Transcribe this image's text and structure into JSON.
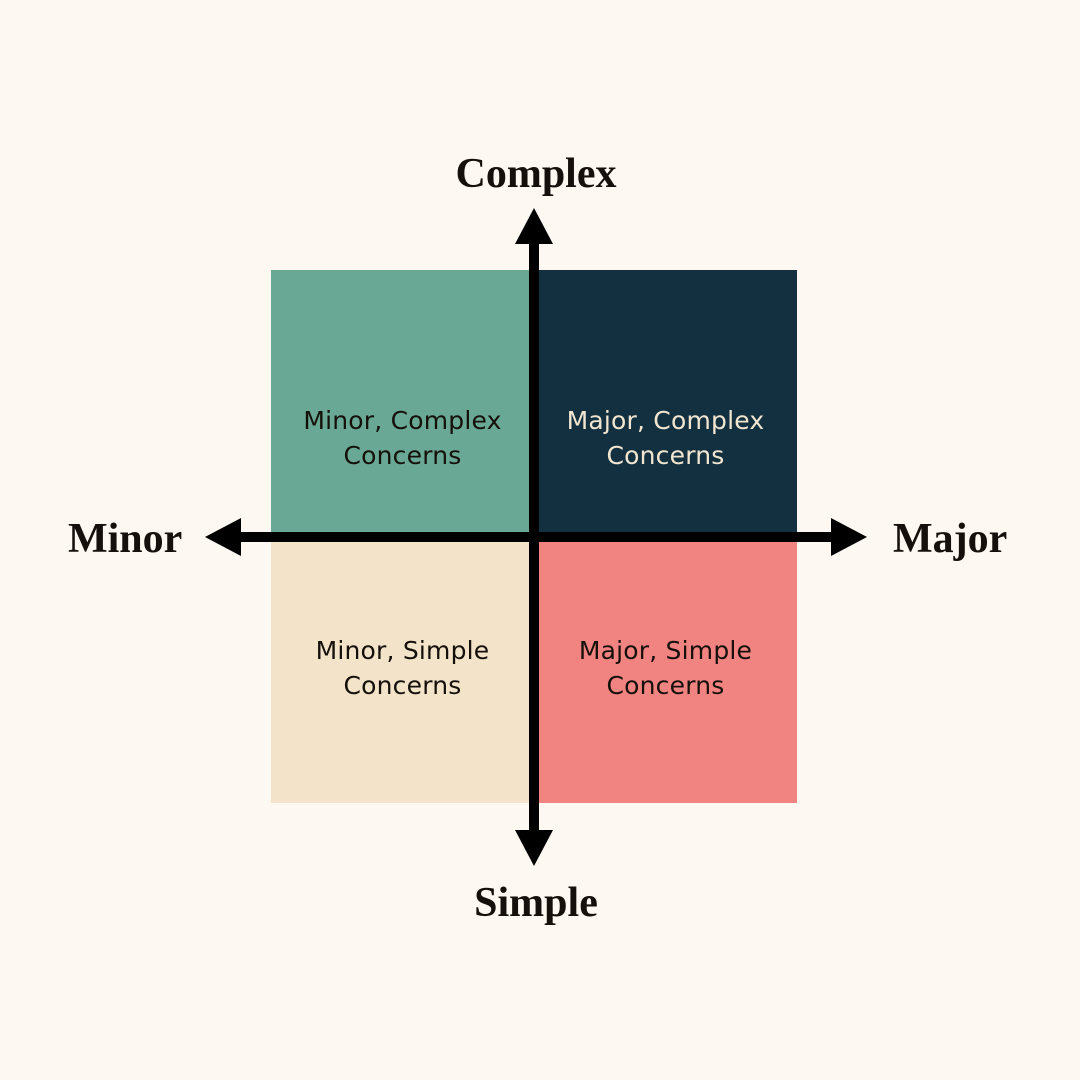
{
  "diagram": {
    "type": "2x2-matrix",
    "background_color": "#FDF8F2",
    "axis_color": "#000000",
    "axes": {
      "vertical": {
        "top_label": "Complex",
        "bottom_label": "Simple"
      },
      "horizontal": {
        "left_label": "Minor",
        "right_label": "Major"
      }
    },
    "quadrants": [
      {
        "id": "minor-complex",
        "label": "Minor, Complex\nConcerns",
        "position": "top-left",
        "fill_color": "#69A894",
        "text_color": "#15100C"
      },
      {
        "id": "major-complex",
        "label": "Major, Complex\nConcerns",
        "position": "top-right",
        "fill_color": "#123040",
        "text_color": "#F2E6D0"
      },
      {
        "id": "minor-simple",
        "label": "Minor, Simple\nConcerns",
        "position": "bottom-left",
        "fill_color": "#F3E3C9",
        "text_color": "#15100C"
      },
      {
        "id": "major-simple",
        "label": "Major, Simple\nConcerns",
        "position": "bottom-right",
        "fill_color": "#F18480",
        "text_color": "#15100C"
      }
    ]
  }
}
